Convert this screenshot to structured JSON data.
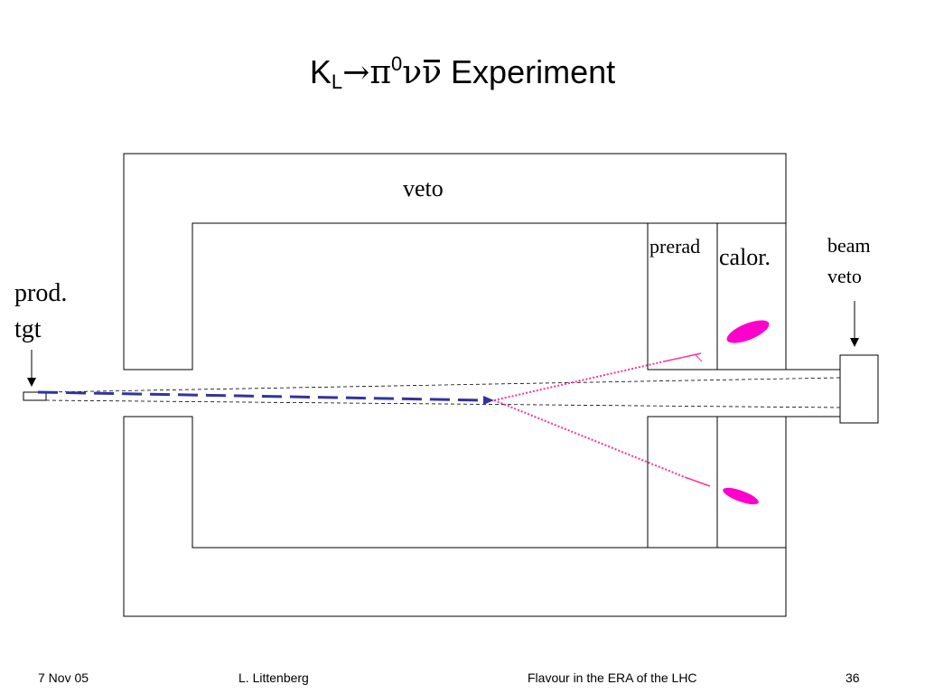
{
  "slide": {
    "title": {
      "k": "K",
      "k_sub": "L",
      "arrow": "→",
      "pi": "π",
      "pi_sup": "0",
      "nu": "ν",
      "nubar": "ν",
      "rest": " Experiment"
    },
    "labels": {
      "veto": "veto",
      "prerad": "prerad",
      "calor": "calor.",
      "beam_veto_line1": "beam",
      "beam_veto_line2": "veto",
      "prod_tgt_line1": "prod.",
      "prod_tgt_line2": "tgt"
    },
    "footer": {
      "date": "7 Nov 05",
      "author": "L. Littenberg",
      "event": "Flavour in the ERA of the LHC",
      "page": "36"
    },
    "colors": {
      "kaon_track": "#3333a0",
      "photon_track": "#ff3399",
      "shower": "#ff00cc",
      "outline": "#000000"
    }
  }
}
